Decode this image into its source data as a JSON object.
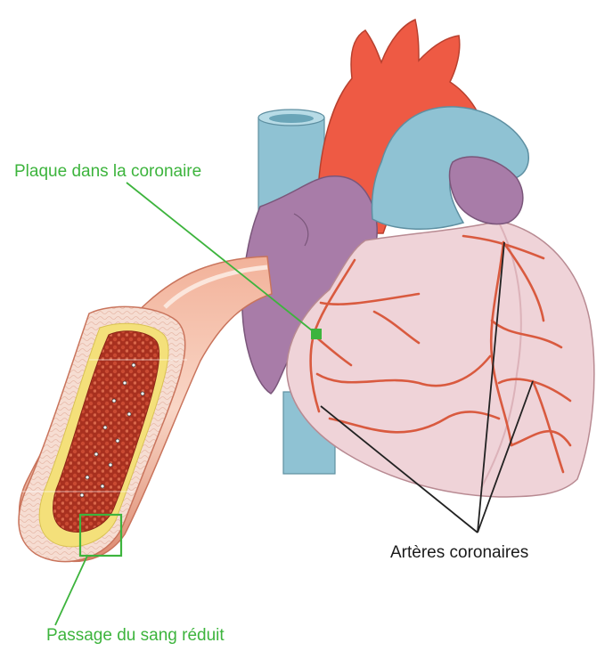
{
  "labels": {
    "plaque": "Plaque dans la coronaire",
    "arteries": "Artères coronaires",
    "passage": "Passage du sang réduit"
  },
  "colors": {
    "callout_green": "#3db43d",
    "aorta": "#ee5a44",
    "vessel_blue": "#8fc2d3",
    "atrium_purple": "#a87ca8",
    "ventricle_pink": "#efd3d8",
    "coronary_artery": "#d95a3f",
    "plaque_yellow": "#f4e07a",
    "blood": "#b53424",
    "leader_line": "#222222"
  }
}
